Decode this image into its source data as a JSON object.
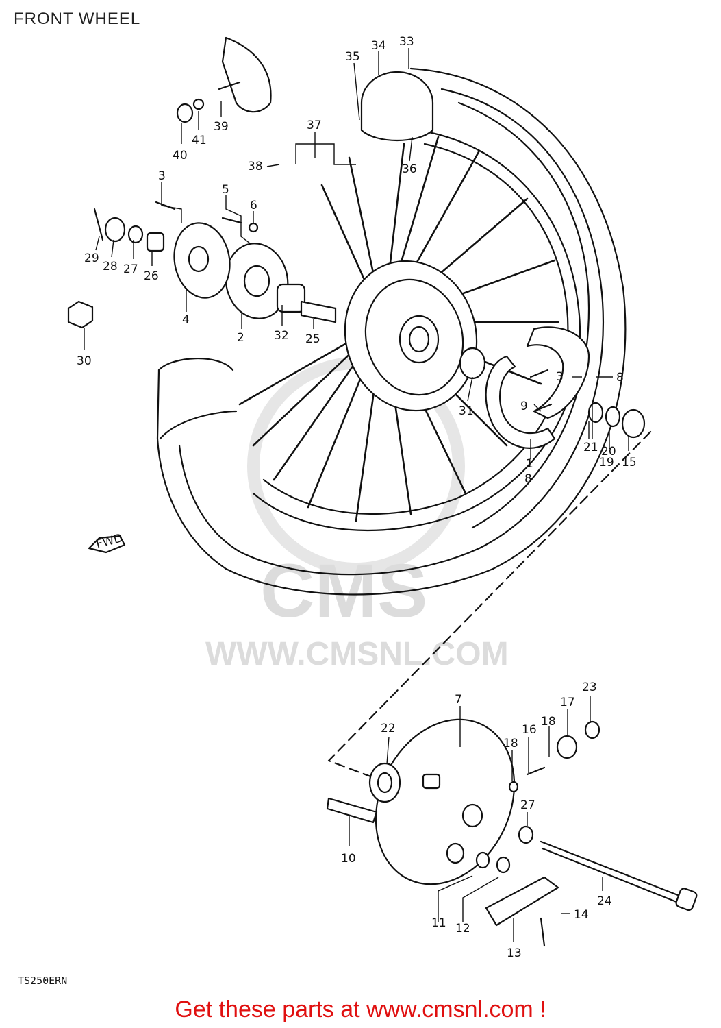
{
  "page": {
    "title": "FRONT WHEEL"
  },
  "model_code": "TS250ERN",
  "watermark": {
    "brand": "CMS",
    "url": "WWW.CMSNL.COM"
  },
  "direction_arrow": "FWD",
  "call_to_action": "Get these parts at www.cmsnl.com !",
  "callouts": [
    "1",
    "2",
    "3",
    "4",
    "5",
    "6",
    "7",
    "8",
    "9",
    "10",
    "11",
    "12",
    "13",
    "14",
    "15",
    "16",
    "17",
    "18",
    "19",
    "20",
    "21",
    "22",
    "23",
    "24",
    "25",
    "26",
    "27",
    "28",
    "29",
    "30",
    "31",
    "32",
    "33",
    "34",
    "35",
    "36",
    "37",
    "38",
    "39",
    "40",
    "41"
  ],
  "colors": {
    "line": "#111111",
    "watermark": "#dcdcdc",
    "cta": "#e01010"
  }
}
